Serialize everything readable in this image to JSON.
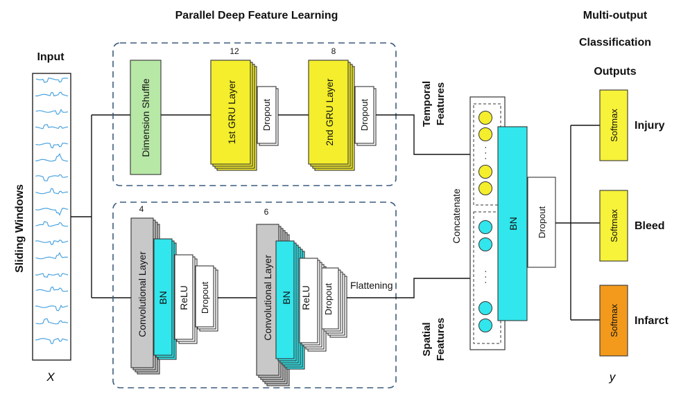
{
  "title": "Parallel Deep Feature Learning",
  "input": {
    "heading": "Input",
    "side_label": "Sliding Windows",
    "var": "X"
  },
  "temporal_branch": {
    "shuffle": "Dimension Shuffle",
    "gru1": {
      "label": "1st GRU Layer",
      "count": "12",
      "dropout": "Dropout"
    },
    "gru2": {
      "label": "2nd GRU Layer",
      "count": "8",
      "dropout": "Dropout"
    },
    "output_label": "Temporal Features"
  },
  "spatial_branch": {
    "block1": {
      "count": "4",
      "conv": "Convolutional Layer",
      "bn": "BN",
      "relu": "ReLU",
      "dropout": "Dropout"
    },
    "block2": {
      "count": "6",
      "conv": "Convolutional Layer",
      "bn": "BN",
      "relu": "ReLU",
      "dropout": "Dropout"
    },
    "flatten": "Flattening",
    "output_label": "Spatial Features"
  },
  "merge": {
    "concatenate": "Concatenate",
    "bn": "BN",
    "dropout": "Dropout",
    "ellipsis": "· · ·"
  },
  "classification": {
    "heading": "Multi-output Classification",
    "outputs_heading": "Outputs",
    "var": "y",
    "outputs": [
      {
        "softmax": "Softmax",
        "label": "Injury",
        "color": "#f7f23a"
      },
      {
        "softmax": "Softmax",
        "label": "Bleed",
        "color": "#f7f23a"
      },
      {
        "softmax": "Softmax",
        "label": "Infarct",
        "color": "#f39a1c"
      }
    ]
  },
  "colors": {
    "gru": "#f4ee2c",
    "shuffle": "#b7e8a6",
    "bn": "#31e6ec",
    "conv": "#c8c8c8",
    "signal": "#4aa3e0",
    "dashed": "#3a5a7c"
  }
}
